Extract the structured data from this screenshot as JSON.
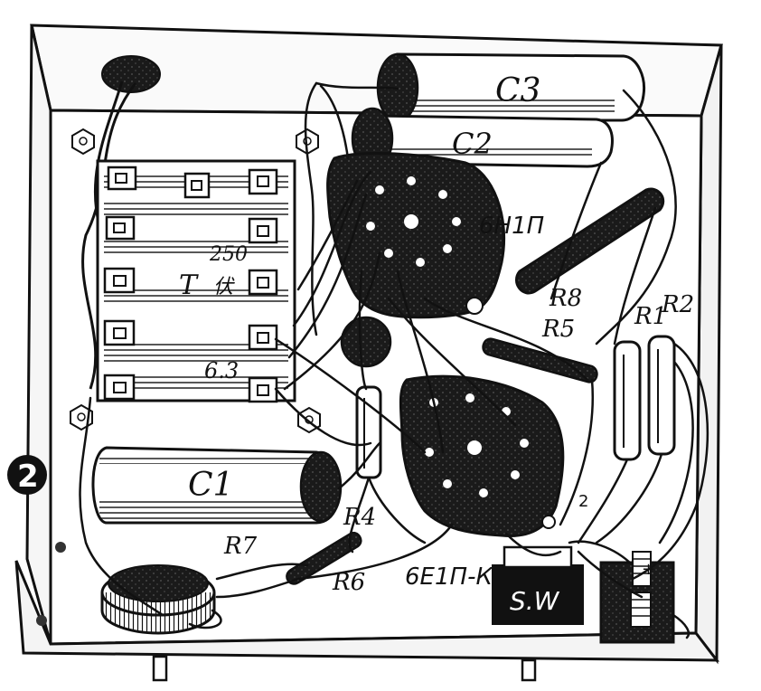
{
  "figure": {
    "number": "2"
  },
  "labels": {
    "c1": "C1",
    "c2": "C2",
    "c3": "C3",
    "tube1": "6Н1П",
    "tube2": "6Е1П-К",
    "r1": "R1",
    "r2": "R2",
    "r4": "R4",
    "r5": "R5",
    "r6": "R6",
    "r7": "R7",
    "r8": "R8",
    "transformer": "T",
    "v250": "250",
    "volt_mark": "伏",
    "v63": "6.3",
    "switch": "S.W",
    "pin_mark": "2",
    "plus": "+"
  },
  "colors": {
    "ink": "#111111",
    "paper": "#ffffff",
    "metal_shade": "#e8e8e8"
  }
}
